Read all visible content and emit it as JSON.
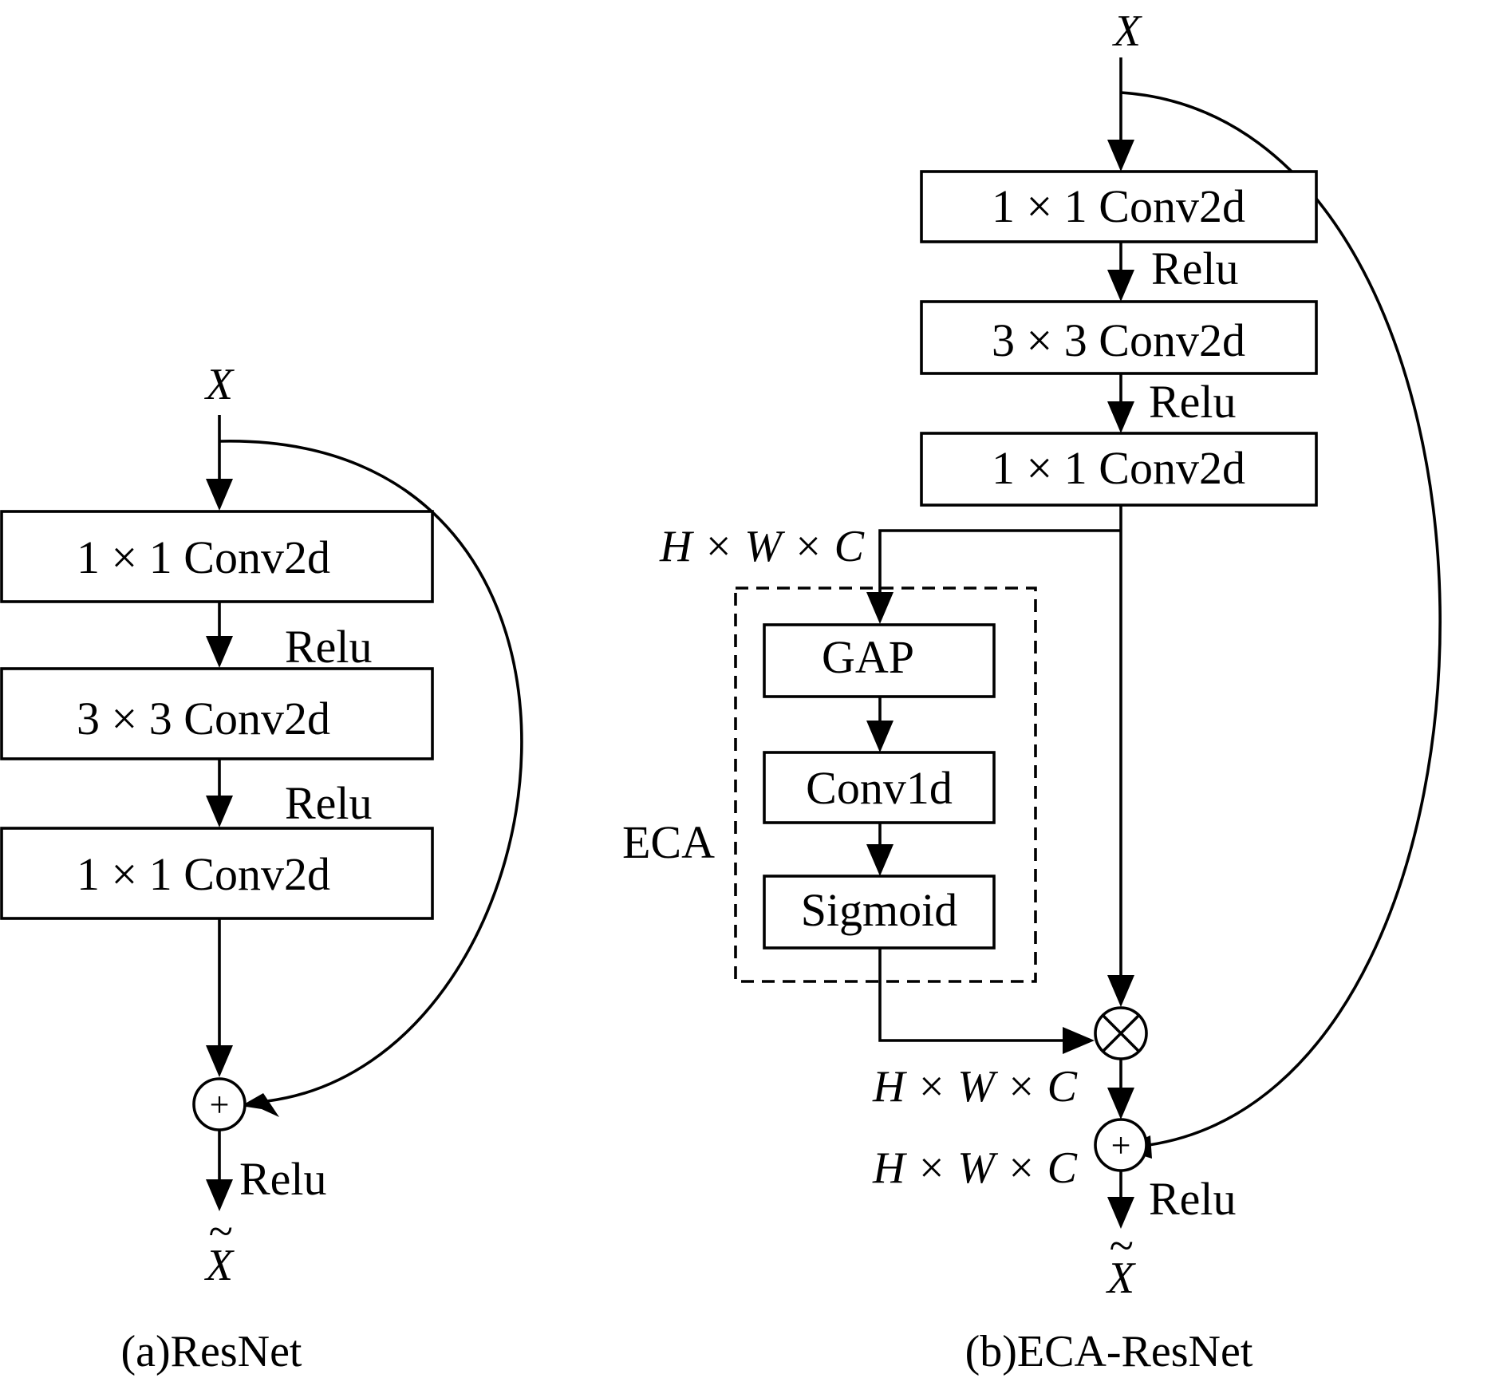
{
  "left": {
    "input": "X",
    "blocks": [
      "1 × 1 Conv2d",
      "3 × 3 Conv2d",
      "1 × 1 Conv2d"
    ],
    "relu_labels": [
      "Relu",
      "Relu"
    ],
    "add_symbol": "+",
    "out_relu": "Relu",
    "tilde": "~",
    "output": "X",
    "caption": "(a)ResNet"
  },
  "right": {
    "input": "X",
    "blocks": [
      "1 × 1 Conv2d",
      "3 × 3 Conv2d",
      "1 × 1 Conv2d"
    ],
    "relu_labels": [
      "Relu",
      "Relu"
    ],
    "dims_top": "H × W × C",
    "eca": {
      "label": "ECA",
      "blocks": [
        "GAP",
        "Conv1d",
        "Sigmoid"
      ]
    },
    "mul_symbol": "⊗",
    "dims_mul": "H × W × C",
    "add_symbol": "+",
    "dims_add": "H × W × C",
    "out_relu": "Relu",
    "tilde": "~",
    "output": "X",
    "caption": "(b)ECA-ResNet"
  }
}
